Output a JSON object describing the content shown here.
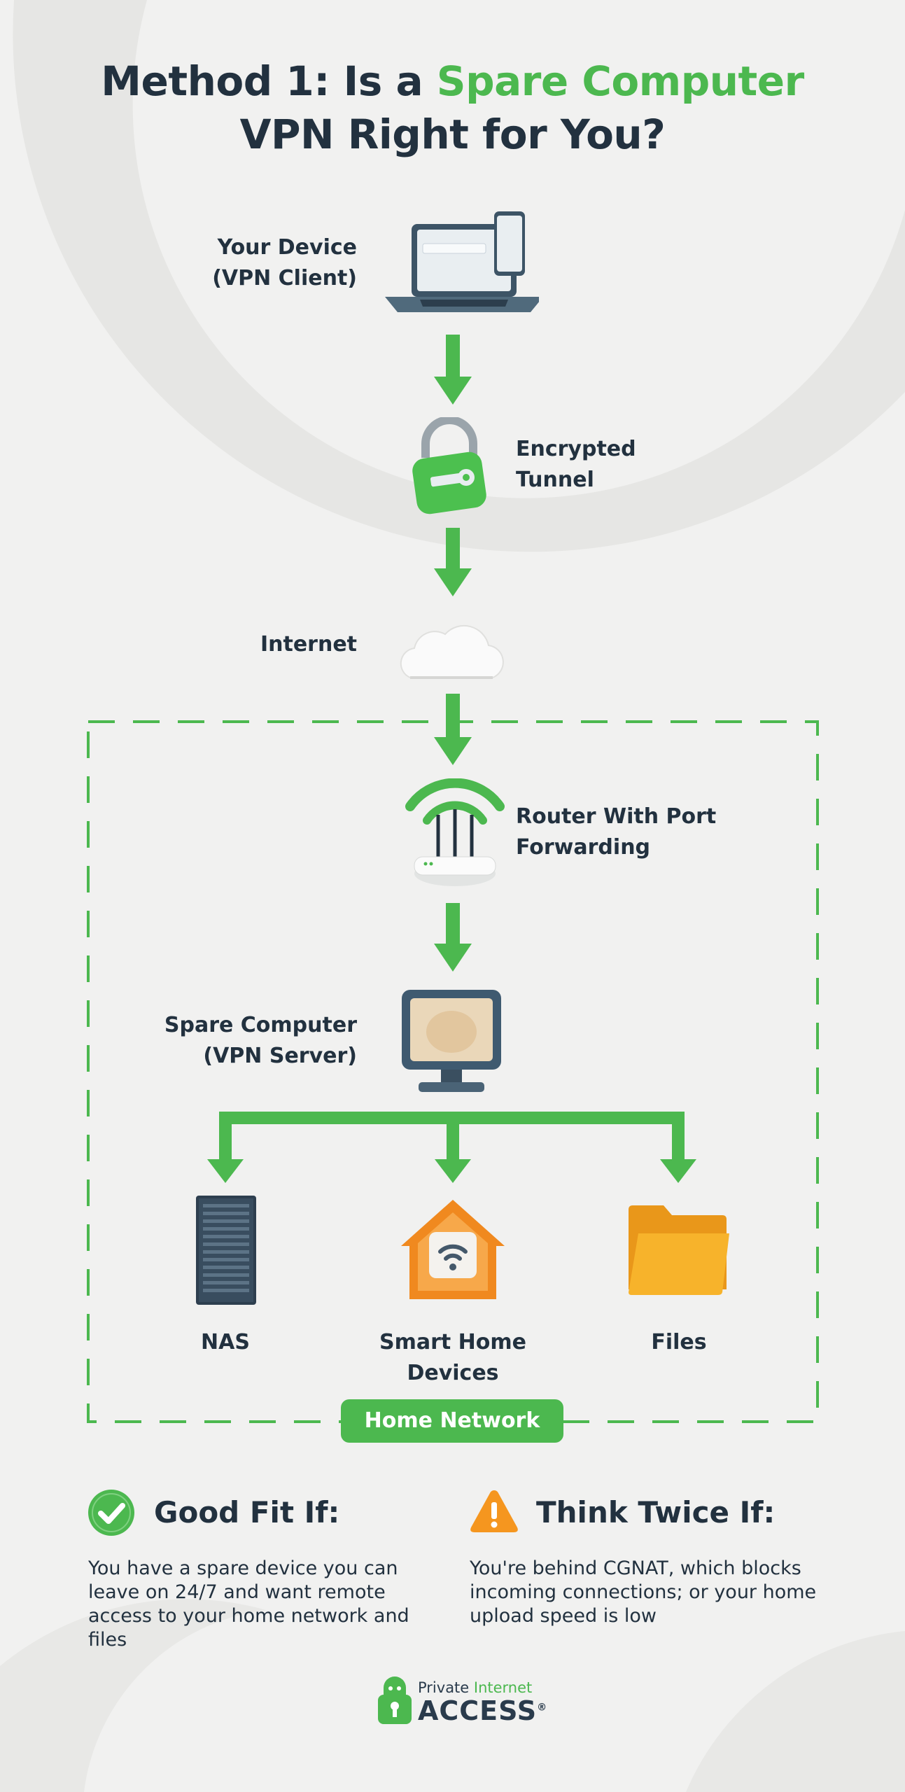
{
  "title": {
    "line1_prefix": "Method 1: Is a ",
    "line1_highlight": "Spare Computer",
    "line2": "VPN Right for You?"
  },
  "nodes": {
    "device": {
      "line1": "Your Device",
      "line2": "(VPN Client)",
      "icon": "laptop-phone-icon"
    },
    "tunnel": {
      "line1": "Encrypted",
      "line2": "Tunnel",
      "icon": "padlock-key-icon"
    },
    "internet": {
      "label": "Internet",
      "icon": "cloud-icon"
    },
    "router": {
      "line1": "Router With Port",
      "line2": "Forwarding",
      "icon": "wifi-router-icon"
    },
    "server": {
      "line1": "Spare Computer",
      "line2": "(VPN Server)",
      "icon": "monitor-icon"
    },
    "nas": {
      "label": "NAS",
      "icon": "server-rack-icon"
    },
    "smart_home": {
      "line1": "Smart Home",
      "line2": "Devices",
      "icon": "smart-home-icon"
    },
    "files": {
      "label": "Files",
      "icon": "folder-icon"
    }
  },
  "home_network_badge": "Home Network",
  "good_fit": {
    "title": "Good Fit If:",
    "body": "You have a spare device you can leave on 24/7 and want remote access to your home network and files",
    "icon": "check-circle-icon"
  },
  "think_twice": {
    "title": "Think Twice If:",
    "body": "You're behind CGNAT, which blocks incoming connections; or your home upload speed is low",
    "icon": "warning-triangle-icon"
  },
  "logo": {
    "line1a": "Private ",
    "line1b": "Internet",
    "line2": "ACCESS",
    "mark": "®",
    "icon": "pia-robot-lock-icon"
  },
  "colors": {
    "accent_green": "#4cb84f",
    "text_dark": "#22313f",
    "background": "#f1f1f0",
    "warning_orange": "#f5961f",
    "folder_yellow": "#f7b32b"
  }
}
